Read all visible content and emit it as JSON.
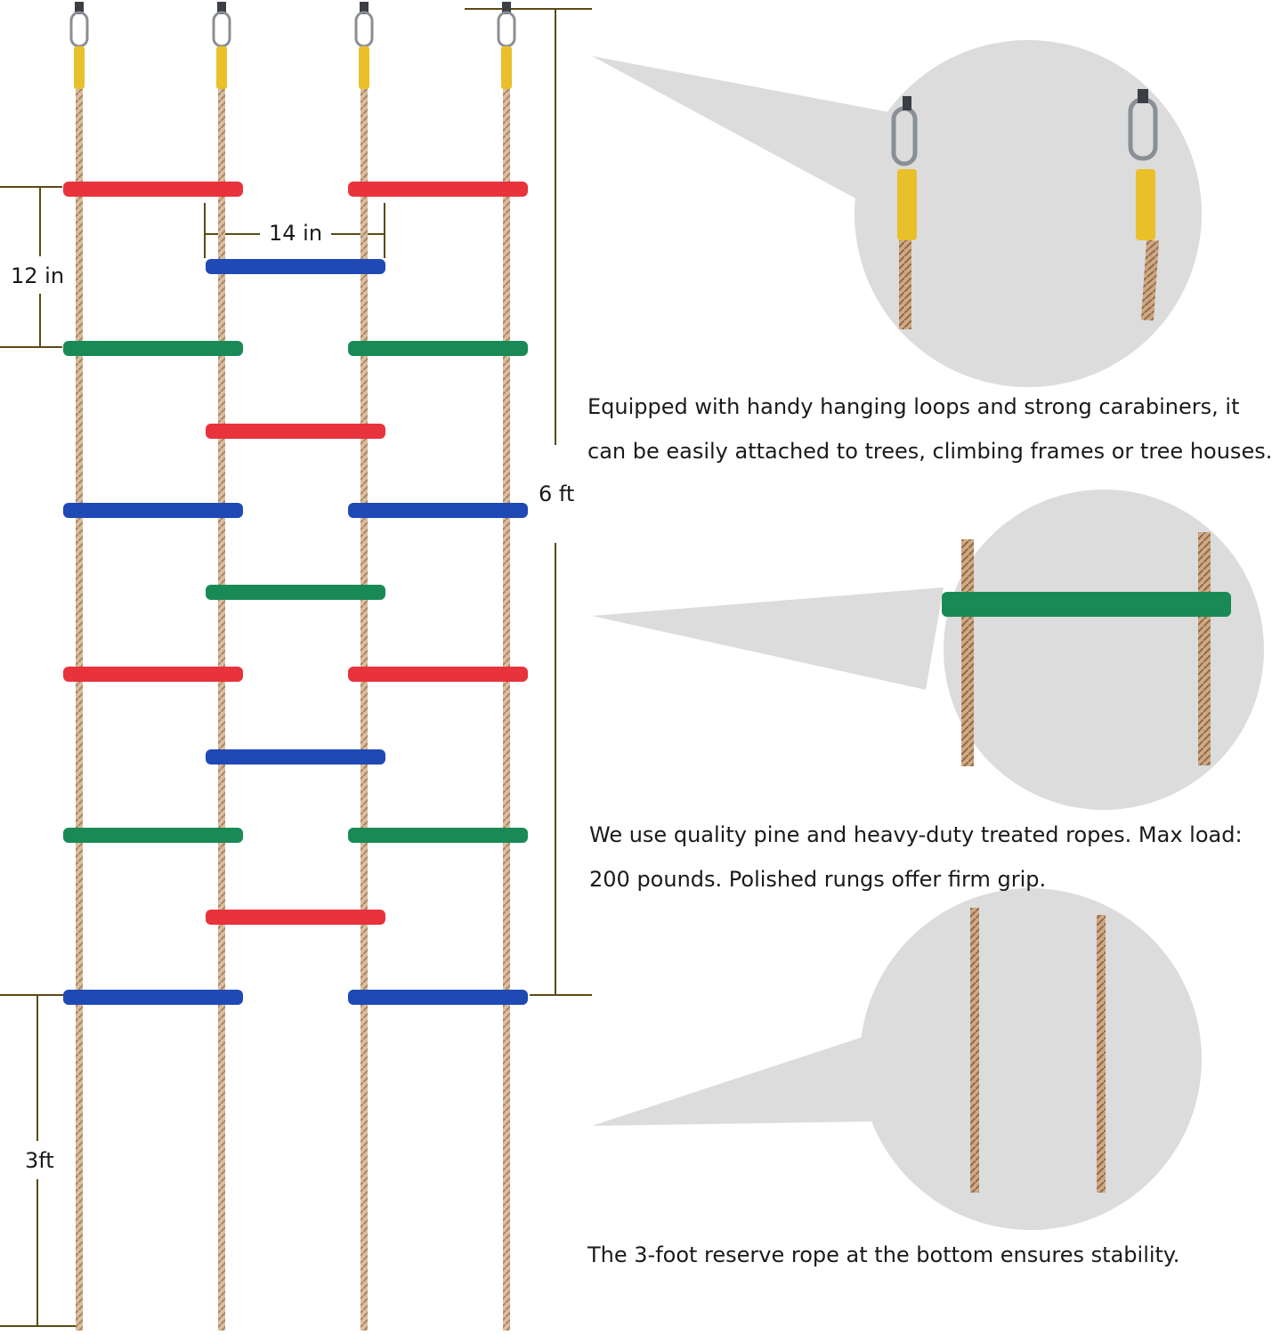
{
  "dimensions": {
    "rung_spacing": "12 in",
    "rung_width": "14 in",
    "ladder_height": "6 ft",
    "reserve_rope": "3ft"
  },
  "captions": {
    "hanging": "Equipped with handy hanging loops and strong carabiners, it can be easily attached to trees, climbing frames or tree houses.",
    "rungs": "We use quality pine and heavy-duty treated ropes. Max load: 200 pounds. Polished rungs offer firm grip.",
    "reserve": "The 3-foot reserve rope at the bottom ensures stability."
  },
  "colors": {
    "red": "#e8323c",
    "blue": "#1f49b5",
    "green": "#198a55",
    "rope": "#d3b596",
    "yellow": "#e9c02a",
    "dimension_line": "#5a4a14",
    "callout": "#dcdcdc"
  },
  "rung_color_sequence": [
    "red",
    "blue",
    "green",
    "red",
    "blue",
    "green",
    "red",
    "blue",
    "green",
    "red",
    "blue"
  ]
}
